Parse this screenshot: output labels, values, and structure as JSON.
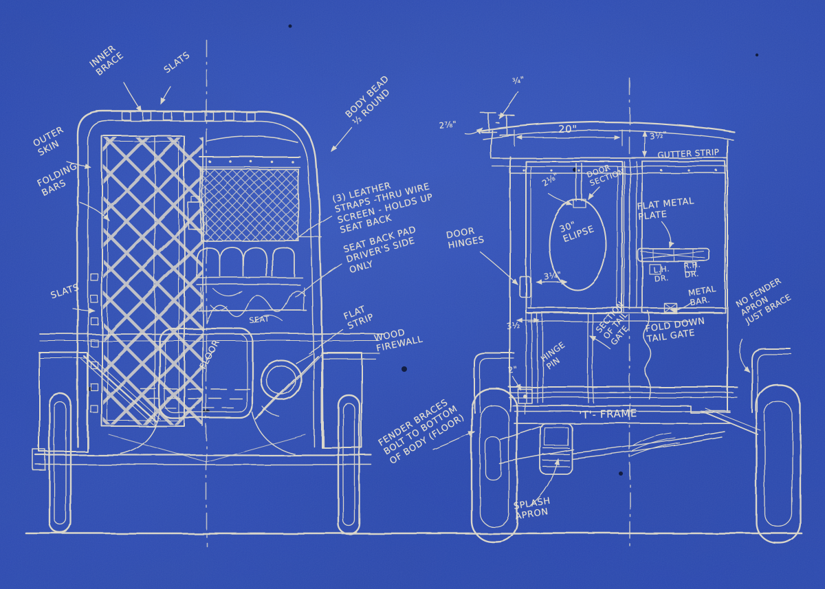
{
  "colors": {
    "paper_blue": "#2443ae",
    "ink_cream": "#e8e1cc"
  },
  "left_view": {
    "inner_brace": "INNER\nBRACE",
    "slats_top": "SLATS",
    "outer_skin": "OUTER\nSKIN",
    "folding_bars": "FOLDING\nBARS",
    "slats_side": "SLATS",
    "body_bead": "BODY BEAD\n½ ROUND",
    "leather_straps": "(3) LEATHER\nSTRAPS -THRU WIRE\nSCREEN - HOLDS UP\nSEAT BACK",
    "seat_back_pad": "SEAT BACK PAD\nDRIVER'S SIDE\nONLY",
    "flat_strip": "FLAT\nSTRIP",
    "wood_firewall": "WOOD\nFIREWALL",
    "seat": "SEAT",
    "floor": "FLOOR"
  },
  "right_view": {
    "gutter_strip": "GUTTER STRIP",
    "door_section": "DOOR\nSECTION",
    "ellipse_label": "30\"\nELIPSE",
    "flat_metal_plate": "FLAT METAL\nPLATE",
    "door_hinges": "DOOR\nHINGES",
    "lh_dr": "L.H.\nDR.",
    "rh_dr": "R.H.\nDR.",
    "metal_bar": "METAL\nBAR.",
    "section_of_tailgate": "SECTION\nOF TAIL\nGATE",
    "fold_down_tailgate": "FOLD DOWN\nTAIL GATE",
    "no_fender": "NO FENDER\nAPRON\nJUST BRACE",
    "hinge_pin": "HINGE\nPIN",
    "t_frame": "'T'- FRAME",
    "fender_braces": "FENDER BRACES\nBOLT TO BOTTOM\nOF BODY (FLOOR)",
    "splash_apron": "SPLASH\nAPRON"
  },
  "dims": {
    "bracket_width": "2⅞\"",
    "bracket_height": "¾\"",
    "body_width": "20\"",
    "gutter_height": "3½\"",
    "door_pillar": "2⅛\"",
    "hinge_spacing": "3¼\"",
    "pillar_width": "3½",
    "pin_offset": "2\""
  }
}
